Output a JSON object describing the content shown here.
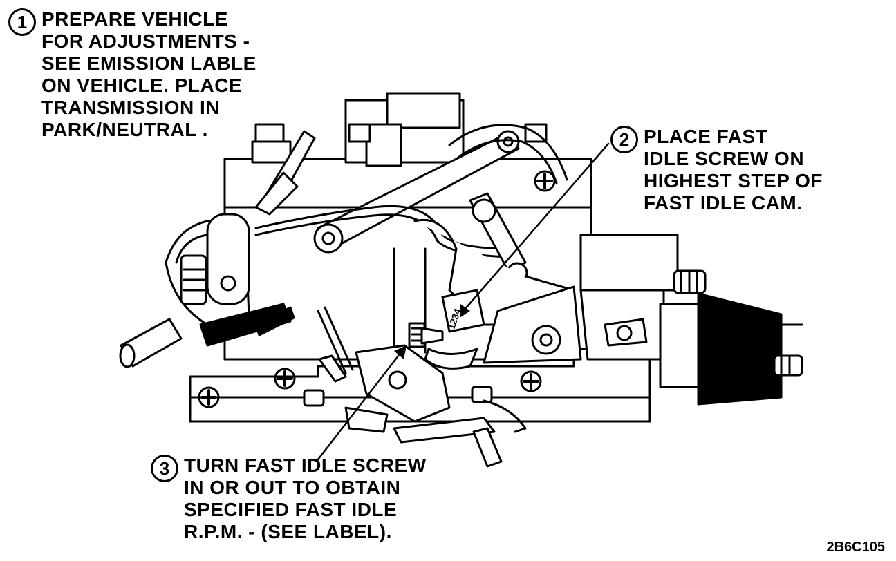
{
  "steps": [
    {
      "number": "1",
      "lines": [
        "PREPARE VEHICLE",
        "FOR ADJUSTMENTS -",
        "SEE EMISSION LABLE",
        "ON VEHICLE.  PLACE",
        "TRANSMISSION IN",
        "PARK/NEUTRAL ."
      ]
    },
    {
      "number": "2",
      "lines": [
        "PLACE FAST",
        "IDLE SCREW ON",
        "HIGHEST STEP OF",
        "FAST IDLE CAM."
      ]
    },
    {
      "number": "3",
      "lines": [
        "TURN FAST IDLE SCREW",
        "IN OR OUT TO OBTAIN",
        "SPECIFIED FAST IDLE",
        "R.P.M. - (SEE LABEL)."
      ]
    }
  ],
  "diagram_code": "2B6C105",
  "colors": {
    "ink": "#000000",
    "paper": "#ffffff"
  }
}
